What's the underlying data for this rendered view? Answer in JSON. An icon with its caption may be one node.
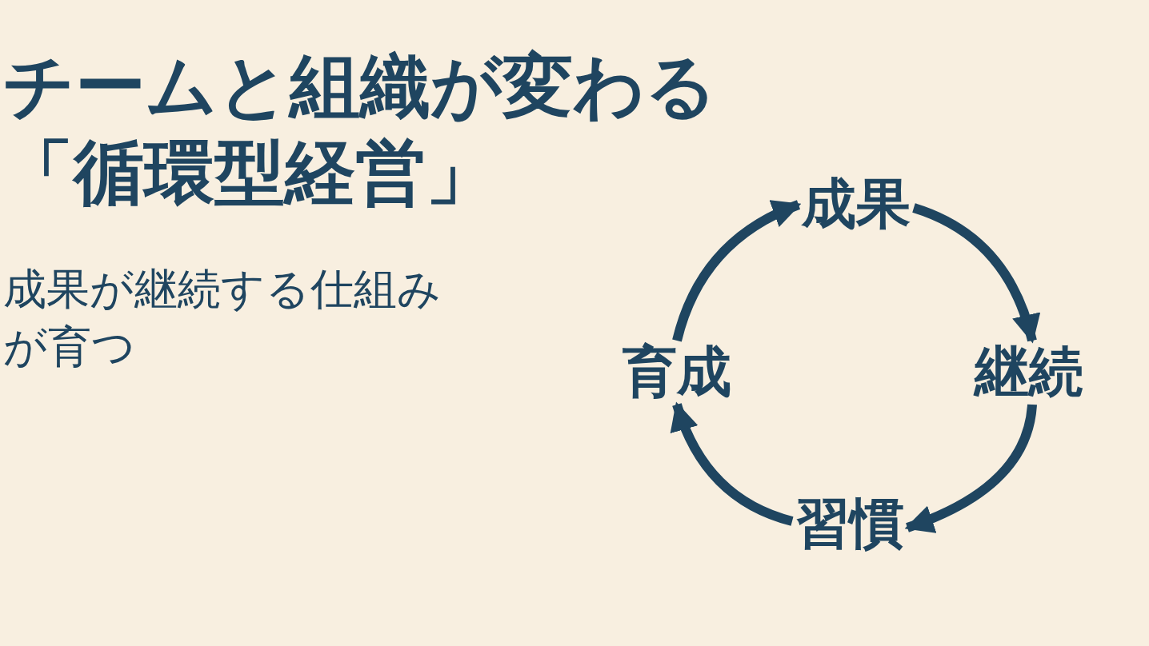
{
  "diagram": {
    "title": "チームと組織が変わる「循環型経営」",
    "nodes": [
      {
        "text": [
          "成果"
        ]
      },
      {
        "text": [
          "継続"
        ]
      },
      {
        "text": [
          "習慣"
        ]
      },
      {
        "text": [
          "育成"
        ]
      }
    ],
    "edges": [
      {
        "from": 0,
        "to": 1,
        "arrow": "to"
      },
      {
        "from": 1,
        "to": 2,
        "arrow": "to"
      },
      {
        "from": 2,
        "to": 3,
        "arrow": "to"
      },
      {
        "from": 3,
        "to": 0,
        "arrow": "to"
      }
    ],
    "labels": [
      "成果が継続する仕組みが育つ"
    ]
  }
}
